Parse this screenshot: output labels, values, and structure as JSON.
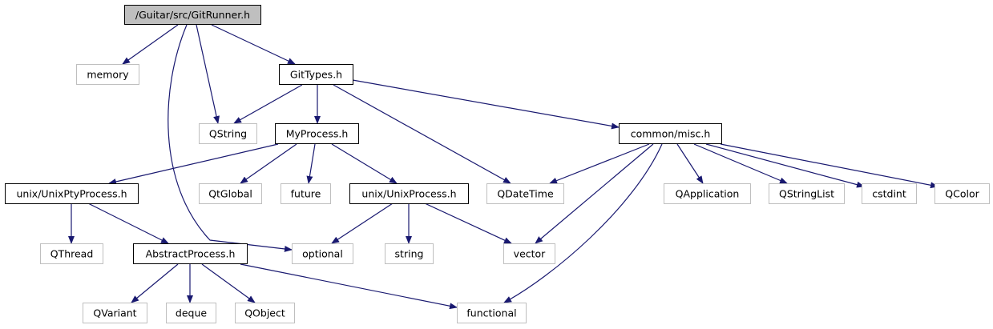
{
  "colors": {
    "edge": "#191970",
    "root_fill": "#bfbfbf",
    "project_border": "#000000",
    "external_border": "#bfbfbf",
    "text": "#000000"
  },
  "nodes": [
    {
      "id": "gitrunner",
      "label": "/Guitar/src/GitRunner.h",
      "kind": "root"
    },
    {
      "id": "memory",
      "label": "memory",
      "kind": "external"
    },
    {
      "id": "gittypes",
      "label": "GitTypes.h",
      "kind": "project"
    },
    {
      "id": "qstring",
      "label": "QString",
      "kind": "external"
    },
    {
      "id": "myprocess",
      "label": "MyProcess.h",
      "kind": "project"
    },
    {
      "id": "commonmisc",
      "label": "common/misc.h",
      "kind": "project"
    },
    {
      "id": "unixpty",
      "label": "unix/UnixPtyProcess.h",
      "kind": "project"
    },
    {
      "id": "qtglobal",
      "label": "QtGlobal",
      "kind": "external"
    },
    {
      "id": "future",
      "label": "future",
      "kind": "external"
    },
    {
      "id": "unixprocess",
      "label": "unix/UnixProcess.h",
      "kind": "project"
    },
    {
      "id": "qdatetime",
      "label": "QDateTime",
      "kind": "external"
    },
    {
      "id": "qapplication",
      "label": "QApplication",
      "kind": "external"
    },
    {
      "id": "qstringlist",
      "label": "QStringList",
      "kind": "external"
    },
    {
      "id": "cstdint",
      "label": "cstdint",
      "kind": "external"
    },
    {
      "id": "qcolor",
      "label": "QColor",
      "kind": "external"
    },
    {
      "id": "qthread",
      "label": "QThread",
      "kind": "external"
    },
    {
      "id": "abstractprocess",
      "label": "AbstractProcess.h",
      "kind": "project"
    },
    {
      "id": "optional",
      "label": "optional",
      "kind": "external"
    },
    {
      "id": "string",
      "label": "string",
      "kind": "external"
    },
    {
      "id": "vector",
      "label": "vector",
      "kind": "external"
    },
    {
      "id": "qvariant",
      "label": "QVariant",
      "kind": "external"
    },
    {
      "id": "deque",
      "label": "deque",
      "kind": "external"
    },
    {
      "id": "qobject",
      "label": "QObject",
      "kind": "external"
    },
    {
      "id": "functional",
      "label": "functional",
      "kind": "external"
    }
  ],
  "edges": [
    {
      "from": "gitrunner",
      "to": "memory"
    },
    {
      "from": "gitrunner",
      "to": "gittypes"
    },
    {
      "from": "gitrunner",
      "to": "qstring"
    },
    {
      "from": "gitrunner",
      "to": "optional"
    },
    {
      "from": "gittypes",
      "to": "qstring"
    },
    {
      "from": "gittypes",
      "to": "myprocess"
    },
    {
      "from": "gittypes",
      "to": "qdatetime"
    },
    {
      "from": "gittypes",
      "to": "commonmisc"
    },
    {
      "from": "myprocess",
      "to": "unixpty"
    },
    {
      "from": "myprocess",
      "to": "qtglobal"
    },
    {
      "from": "myprocess",
      "to": "future"
    },
    {
      "from": "myprocess",
      "to": "unixprocess"
    },
    {
      "from": "commonmisc",
      "to": "qdatetime"
    },
    {
      "from": "commonmisc",
      "to": "vector"
    },
    {
      "from": "commonmisc",
      "to": "functional"
    },
    {
      "from": "commonmisc",
      "to": "qapplication"
    },
    {
      "from": "commonmisc",
      "to": "qstringlist"
    },
    {
      "from": "commonmisc",
      "to": "cstdint"
    },
    {
      "from": "commonmisc",
      "to": "qcolor"
    },
    {
      "from": "unixpty",
      "to": "qthread"
    },
    {
      "from": "unixpty",
      "to": "abstractprocess"
    },
    {
      "from": "unixprocess",
      "to": "optional"
    },
    {
      "from": "unixprocess",
      "to": "string"
    },
    {
      "from": "unixprocess",
      "to": "vector"
    },
    {
      "from": "abstractprocess",
      "to": "qvariant"
    },
    {
      "from": "abstractprocess",
      "to": "deque"
    },
    {
      "from": "abstractprocess",
      "to": "qobject"
    },
    {
      "from": "abstractprocess",
      "to": "functional"
    }
  ]
}
